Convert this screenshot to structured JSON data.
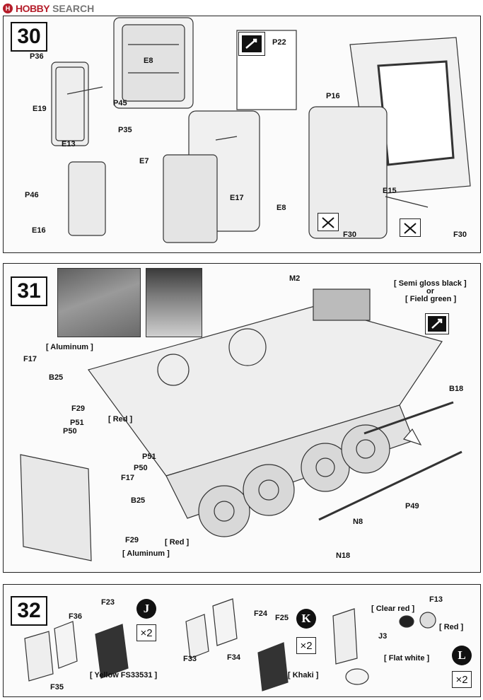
{
  "watermark": {
    "brand": "HOBBY",
    "suffix": "SEARCH"
  },
  "steps": [
    {
      "number": "30",
      "labels": [
        "P36",
        "E19",
        "E13",
        "E8",
        "P45",
        "P22",
        "P16",
        "P35",
        "E7",
        "E17",
        "E8",
        "P46",
        "E16",
        "E15",
        "F30",
        "F30"
      ]
    },
    {
      "number": "31",
      "labels": [
        "M2",
        "F17",
        "B25",
        "F29",
        "P51",
        "P50",
        "B18",
        "P51",
        "P50",
        "F17",
        "B25",
        "F29",
        "P49",
        "N8",
        "N18"
      ],
      "paint_notes": {
        "aluminum_top": "[ Aluminum ]",
        "semi_gloss": "[ Semi gloss black ]",
        "or": "or",
        "field_green": "[ Field green ]",
        "red_upper": "[ Red ]",
        "red_lower": "[ Red ]",
        "aluminum_bottom": "[ Aluminum ]"
      }
    },
    {
      "number": "32",
      "labels": [
        "F36",
        "F35",
        "F23",
        "F33",
        "F34",
        "F24",
        "F25",
        "J3",
        "F13"
      ],
      "paint_notes": {
        "yellow": "[ Yellow  FS33531 ]",
        "khaki": "[ Khaki ]",
        "clear_red": "[ Clear red ]",
        "red": "[ Red ]",
        "flat_white": "[ Flat white ]"
      },
      "sub_assemblies": [
        {
          "letter": "J",
          "quantity": "×2"
        },
        {
          "letter": "K",
          "quantity": "×2"
        },
        {
          "letter": "L",
          "quantity": "×2"
        }
      ]
    }
  ]
}
